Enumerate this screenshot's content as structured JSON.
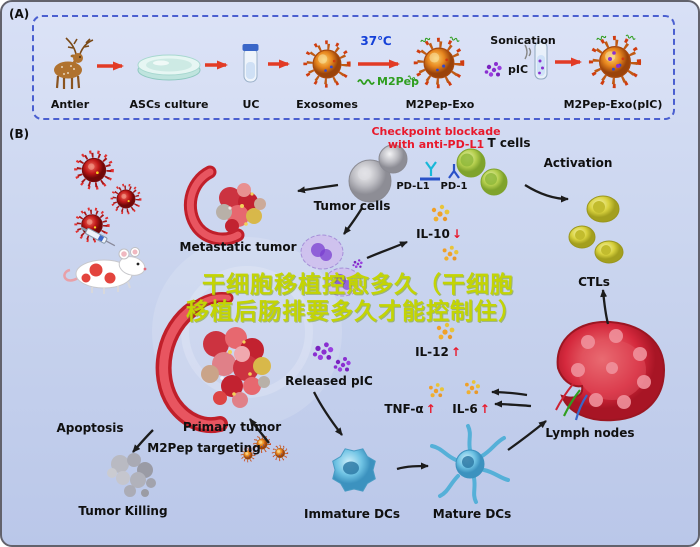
{
  "frame": {
    "panel_a_label": "(A)",
    "panel_b_label": "(B)"
  },
  "panel_a": {
    "items": [
      "Antler",
      "ASCs culture",
      "UC",
      "Exosomes",
      "M2Pep-Exo",
      "M2Pep-Exo(pIC)"
    ],
    "temp": "37℃",
    "m2pep": "M2Pep",
    "sonication": "Sonication",
    "pic": "pIC"
  },
  "panel_b": {
    "checkpoint_line1": "Checkpoint blockade",
    "checkpoint_line2": "with anti-PD-L1",
    "t_cells": "T cells",
    "pd_l1": "PD-L1",
    "pd_1": "PD-1",
    "tumor_cells": "Tumor cells",
    "activation": "Activation",
    "metastatic_tumor": "Metastatic tumor",
    "ctls": "CTLs",
    "il10": "IL-10",
    "il10_dir": "↓",
    "il12": "IL-12",
    "il12_dir": "↑",
    "tnf": "TNF-α",
    "tnf_dir": "↑",
    "il6": "IL-6",
    "il6_dir": "↑",
    "released_pic": "Released pIC",
    "apoptosis": "Apoptosis",
    "primary_tumor": "Primary tumor",
    "m2pep_targeting": "M2Pep targeting",
    "tumor_killing": "Tumor Killing",
    "immature_dcs": "Immature DCs",
    "mature_dcs": "Mature DCs",
    "lymph_nodes": "Lymph nodes"
  },
  "watermark": {
    "line1": "干细胞移植控愈多久（干细胞",
    "line2": "移植后肠排要多久才能控制住）"
  },
  "colors": {
    "background": "#c9d4ee",
    "panel_border": "#4a5fd0",
    "arrow_red": "#e23b25",
    "checkpoint_red": "#e8192c",
    "temp_blue": "#1440d8",
    "m2pep_green": "#2f9e1f",
    "watermark_text": "#c3d404"
  }
}
